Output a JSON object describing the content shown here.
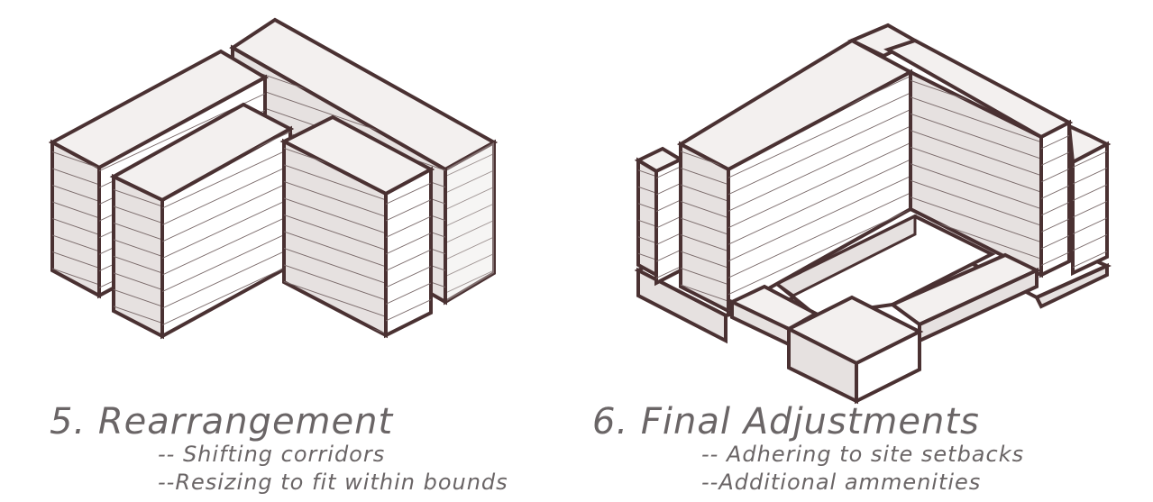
{
  "colors": {
    "outline": "#4a3132",
    "shade": "#e6e1e0",
    "light": "#f3f0ef",
    "face": "#ffffff",
    "text": "#6a6566"
  },
  "steps": [
    {
      "title": "5. Rearrangement",
      "notes": [
        "-- Shifting corridors",
        "--Resizing to fit within bounds"
      ]
    },
    {
      "title": "6. Final Adjustments",
      "notes": [
        "-- Adhering to site setbacks",
        "--Additional ammenities"
      ]
    }
  ]
}
